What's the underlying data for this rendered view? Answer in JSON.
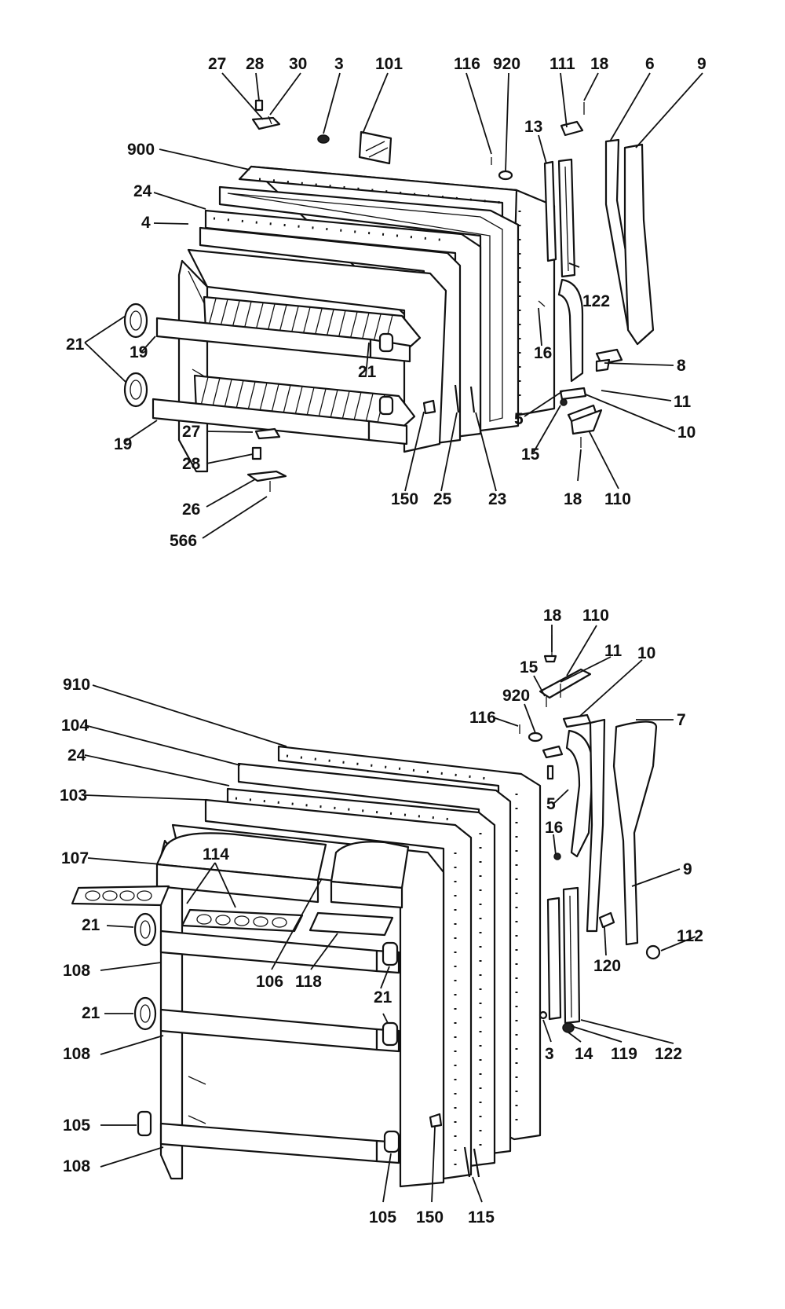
{
  "freezer_door_callouts": {
    "c27": "27",
    "c28": "28",
    "c30": "30",
    "c3": "3",
    "c101": "101",
    "c116": "116",
    "c920": "920",
    "c111": "111",
    "c18": "18",
    "c6": "6",
    "c9": "9",
    "c900": "900",
    "c24": "24",
    "c4": "4",
    "c13": "13",
    "c122": "122",
    "c16": "16",
    "c21": "21",
    "c19a": "19",
    "c19b": "19",
    "c21b": "21",
    "c8": "8",
    "c11": "11",
    "c5": "5",
    "c10": "10",
    "c15": "15",
    "c27b": "27",
    "c28b": "28",
    "c26": "26",
    "c566": "566",
    "c150": "150",
    "c25": "25",
    "c23": "23",
    "c18b": "18",
    "c110": "110"
  },
  "fresh_food_door_callouts": {
    "c18": "18",
    "c110": "110",
    "c15": "15",
    "c11": "11",
    "c10": "10",
    "c920": "920",
    "c7": "7",
    "c116": "116",
    "c910": "910",
    "c104": "104",
    "c24": "24",
    "c103": "103",
    "c5": "5",
    "c16": "16",
    "c107": "107",
    "c114": "114",
    "c9": "9",
    "c21a": "21",
    "c112": "112",
    "c108a": "108",
    "c106": "106",
    "c118": "118",
    "c120": "120",
    "c21b": "21",
    "c21c": "21",
    "c108b": "108",
    "c3": "3",
    "c14": "14",
    "c119": "119",
    "c122": "122",
    "c105a": "105",
    "c108c": "108",
    "c105b": "105",
    "c150": "150",
    "c115": "115"
  }
}
